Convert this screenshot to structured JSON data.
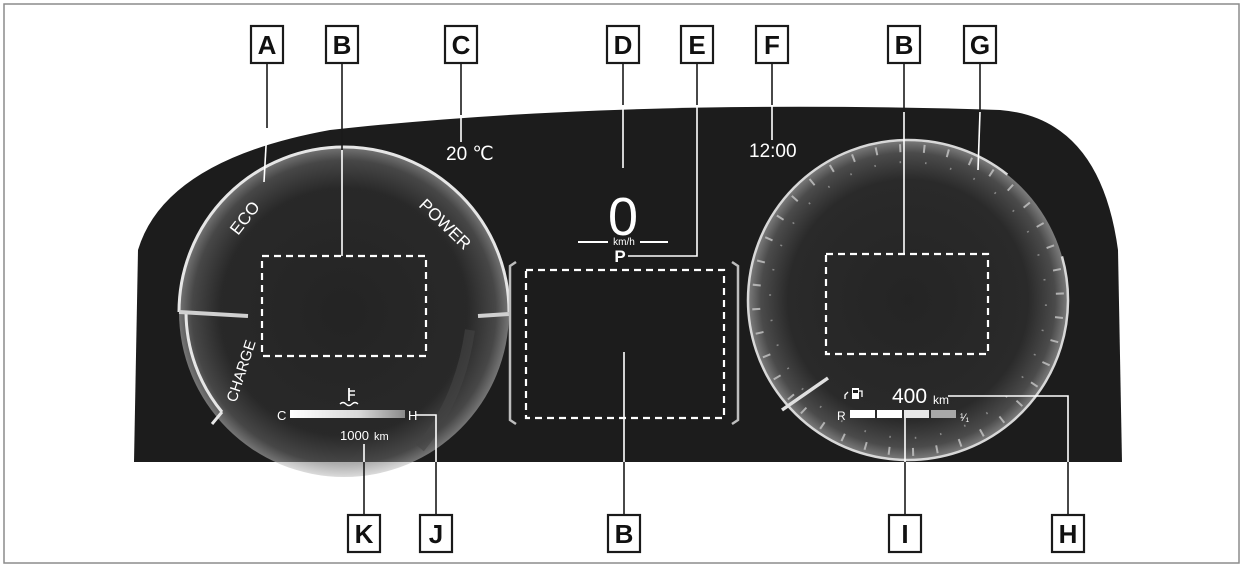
{
  "callouts": {
    "a": "A",
    "b": "B",
    "c": "C",
    "d": "D",
    "e": "E",
    "f": "F",
    "g": "G",
    "h": "H",
    "i": "I",
    "j": "J",
    "k": "K"
  },
  "cluster": {
    "outside_temp": "20 ℃",
    "clock": "12:00",
    "speed_value": "0",
    "speed_unit": "km/h",
    "shift_position": "P",
    "hybrid_zone_eco": "ECO",
    "hybrid_zone_power": "POWER",
    "hybrid_zone_charge": "CHARGE",
    "coolant_cold": "C",
    "coolant_hot": "H",
    "odometer": "1000",
    "odometer_unit": "km",
    "range_value": "400",
    "range_unit": "km",
    "fuel_empty": "R",
    "fuel_full": "¹⁄₁"
  },
  "colors": {
    "panel": "#1c1c1c",
    "frame": "#9a9a9a",
    "text": "#ffffff",
    "callout_border": "#1a1a1a"
  },
  "icons": {
    "coolant": "coolant-temperature-icon",
    "fuel": "fuel-pump-icon"
  }
}
